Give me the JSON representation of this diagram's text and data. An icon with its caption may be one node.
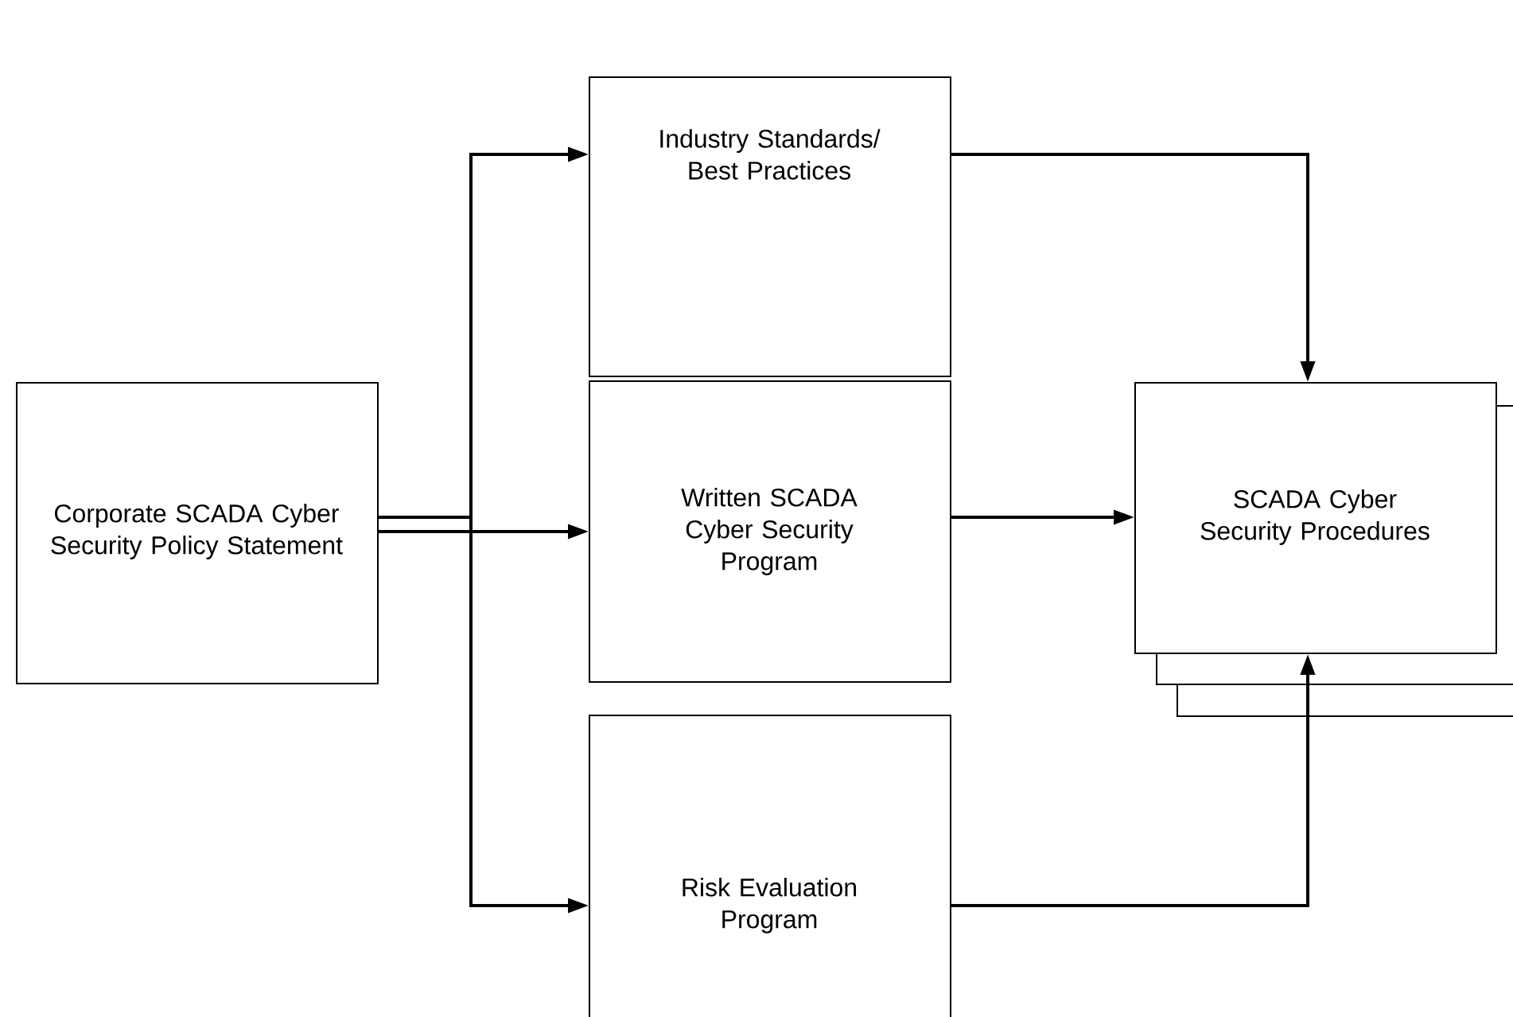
{
  "diagram": {
    "nodes": [
      {
        "text": [
          "Corporate SCADA Cyber Security Policy Statement"
        ]
      },
      {
        "text": [
          "Industry Standards/ Best Practices"
        ]
      },
      {
        "text": [
          "Written SCADA Cyber Security Program"
        ]
      },
      {
        "text": [
          "Risk Evaluation Program"
        ]
      },
      {
        "text": [
          "SCADA Cyber Security Procedures"
        ]
      }
    ],
    "edges": [
      {
        "from": 0,
        "to": 1,
        "arrow": "to"
      },
      {
        "from": 0,
        "to": 2,
        "arrow": "to"
      },
      {
        "from": 0,
        "to": 3,
        "arrow": "to"
      },
      {
        "from": 1,
        "to": 4,
        "arrow": "to"
      },
      {
        "from": 2,
        "to": 4,
        "arrow": "to"
      },
      {
        "from": 3,
        "to": 4,
        "arrow": "to"
      }
    ]
  }
}
